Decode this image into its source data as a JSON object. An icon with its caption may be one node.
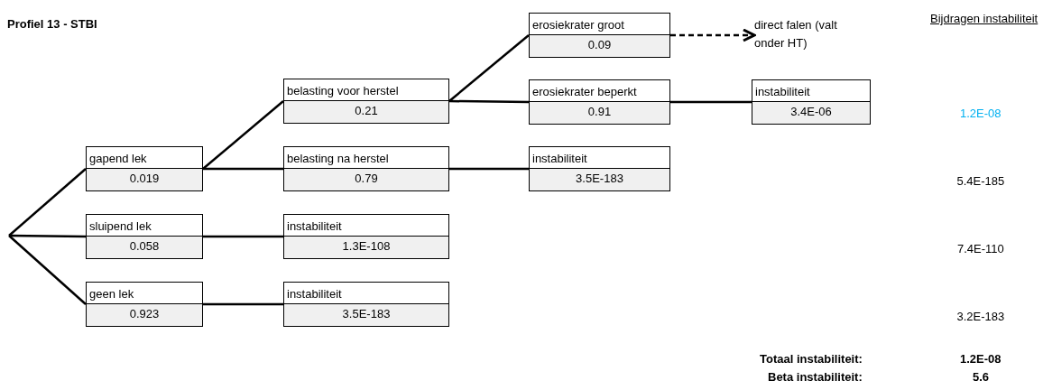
{
  "diagram": {
    "title": "Profiel 13 - STBI",
    "nodes": [
      {
        "text": [
          "gapend lek",
          "0.019"
        ]
      },
      {
        "text": [
          "sluipend lek",
          "0.058"
        ]
      },
      {
        "text": [
          "geen lek",
          "0.923"
        ]
      },
      {
        "text": [
          "belasting voor herstel",
          "0.21"
        ]
      },
      {
        "text": [
          "belasting na herstel",
          "0.79"
        ]
      },
      {
        "text": [
          "instabiliteit",
          "1.3E-108"
        ]
      },
      {
        "text": [
          "instabiliteit",
          "3.5E-183"
        ]
      },
      {
        "text": [
          "erosiekrater groot",
          "0.09"
        ]
      },
      {
        "text": [
          "erosiekrater beperkt",
          "0.91"
        ]
      },
      {
        "text": [
          "instabiliteit",
          "3.5E-183"
        ]
      },
      {
        "text": [
          "instabiliteit",
          "3.4E-06"
        ]
      },
      {
        "text": [
          "direct falen (valt onder HT)"
        ]
      }
    ],
    "edges": [
      {
        "from": null,
        "to": 0,
        "arrow": "none"
      },
      {
        "from": null,
        "to": 1,
        "arrow": "none"
      },
      {
        "from": null,
        "to": 2,
        "arrow": "none"
      },
      {
        "from": 0,
        "to": 3,
        "arrow": "none"
      },
      {
        "from": 0,
        "to": 4,
        "arrow": "none"
      },
      {
        "from": 1,
        "to": 5,
        "arrow": "none"
      },
      {
        "from": 2,
        "to": 6,
        "arrow": "none"
      },
      {
        "from": 3,
        "to": 7,
        "arrow": "none"
      },
      {
        "from": 3,
        "to": 8,
        "arrow": "none"
      },
      {
        "from": 4,
        "to": 9,
        "arrow": "none"
      },
      {
        "from": 8,
        "to": 10,
        "arrow": "none"
      },
      {
        "from": 7,
        "to": 11,
        "arrow": "to",
        "style": "dashed"
      }
    ],
    "labels": [
      "Bijdragen instabiliteit",
      "1.2E-08",
      "5.4E-185",
      "7.4E-110",
      "3.2E-183",
      "Totaal instabiliteit:",
      "1.2E-08",
      "Beta instabiliteit:",
      "5.6"
    ]
  }
}
